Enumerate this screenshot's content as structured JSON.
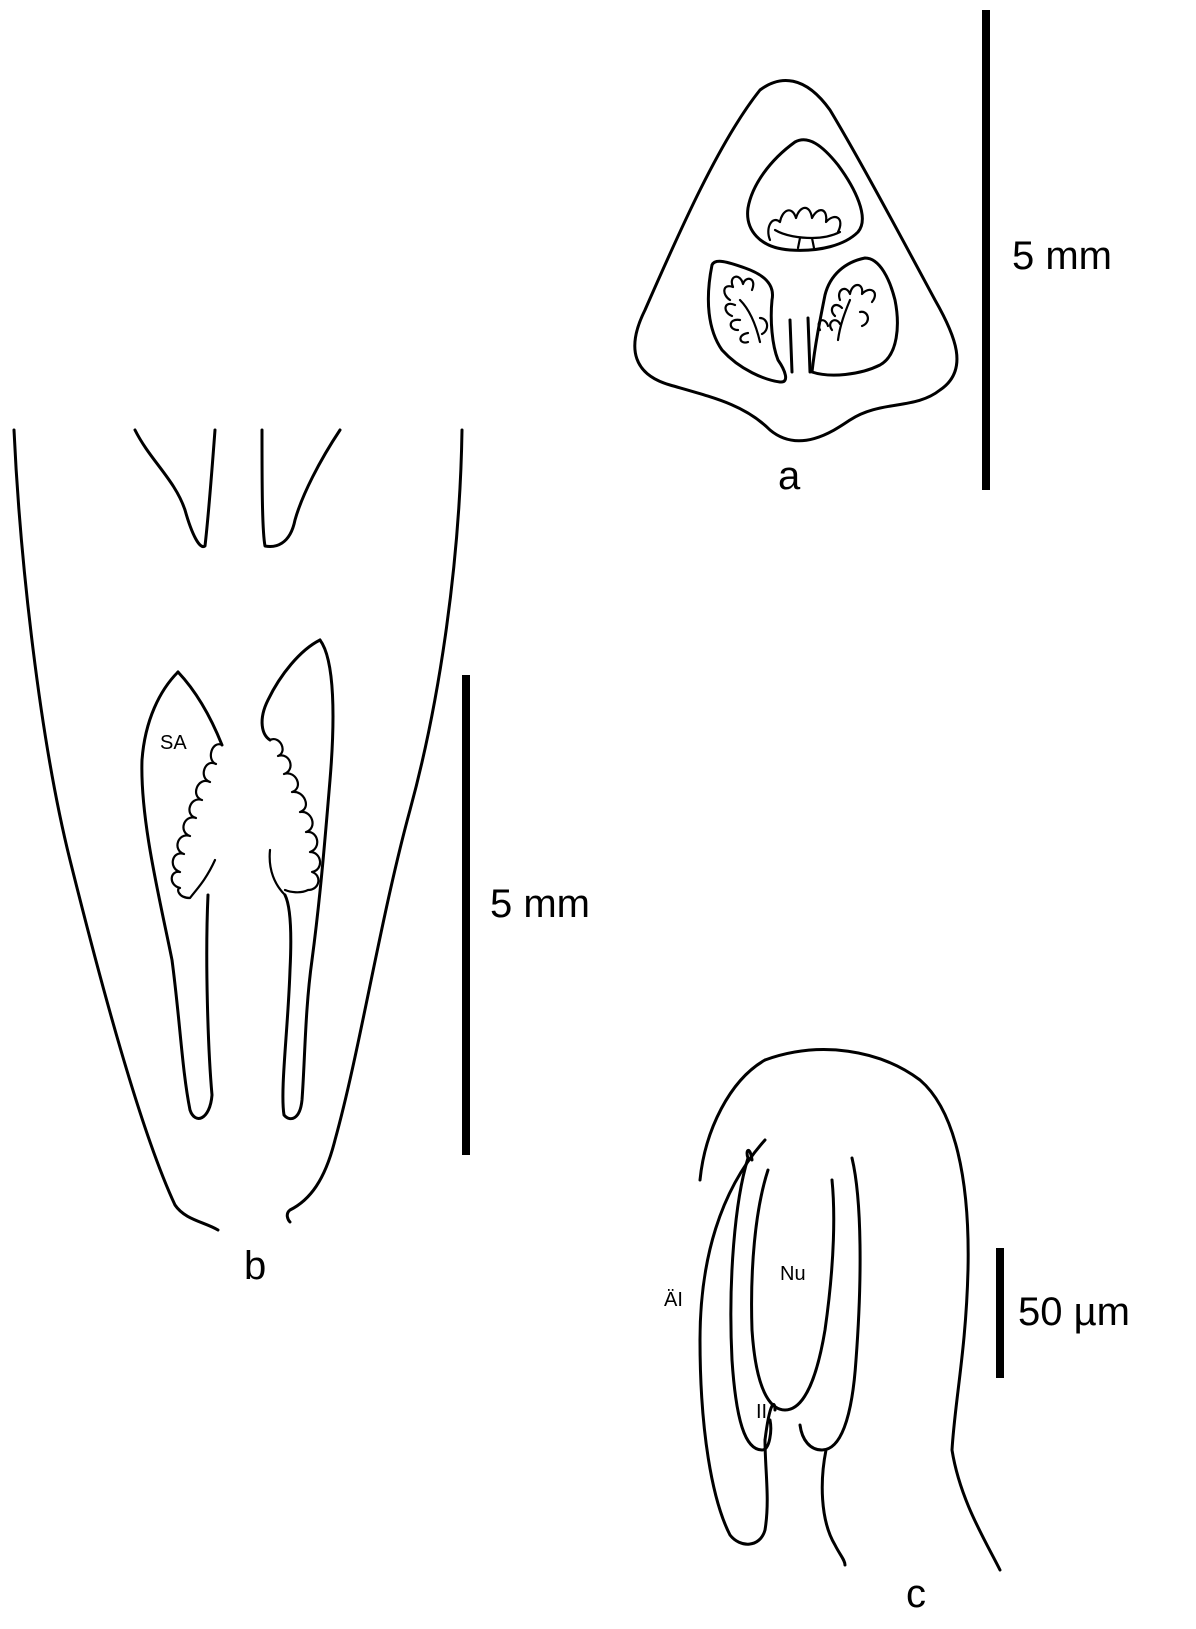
{
  "panels": {
    "a": {
      "label": "a",
      "scale_bar_label": "5 mm"
    },
    "b": {
      "label": "b",
      "scale_bar_label": "5 mm",
      "structure_labels": {
        "sa": "SA"
      }
    },
    "c": {
      "label": "c",
      "scale_bar_label": "50 µm",
      "structure_labels": {
        "ai": "ÄI",
        "nu": "Nu",
        "ii": "II"
      }
    }
  }
}
